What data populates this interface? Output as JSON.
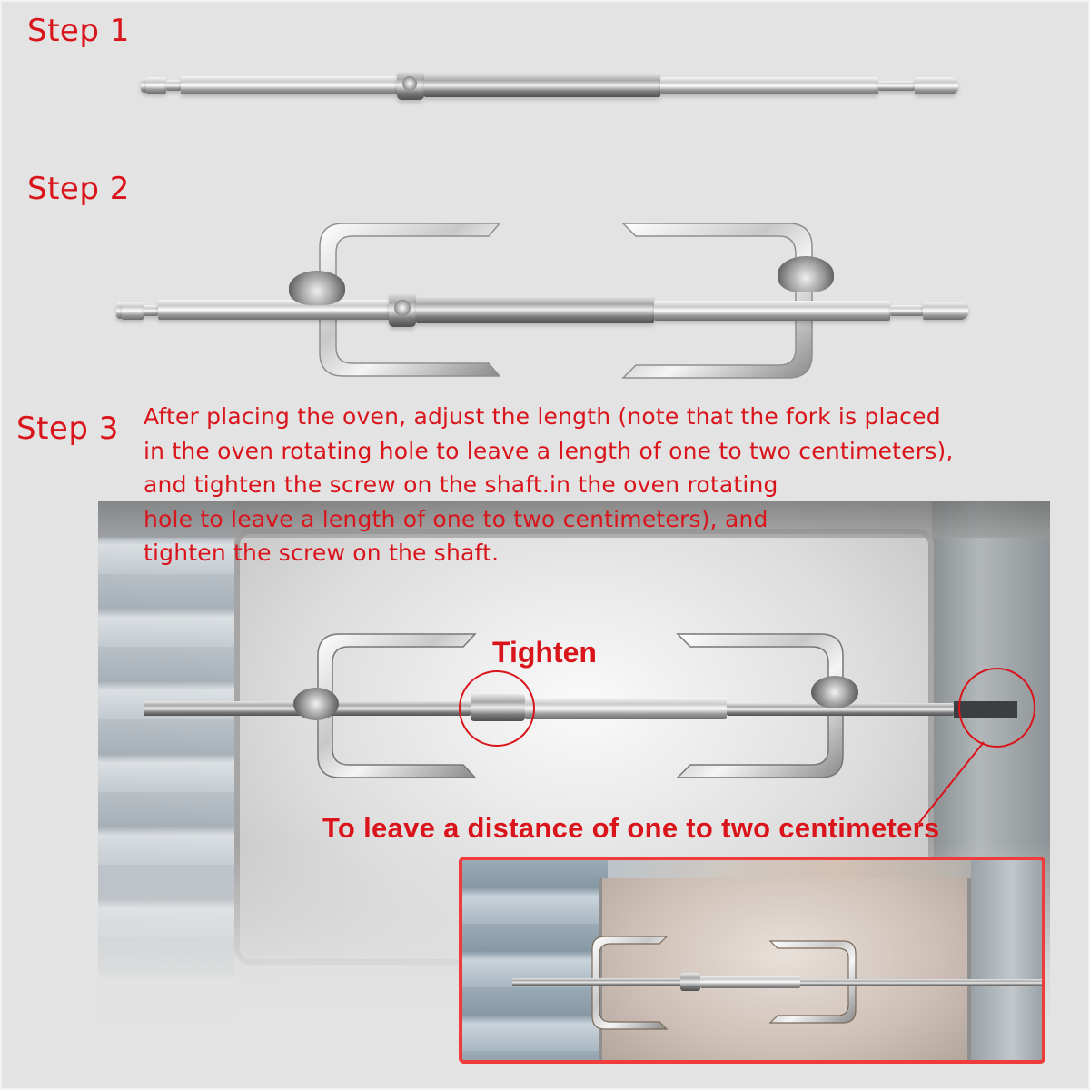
{
  "steps": [
    {
      "label": "Step 1"
    },
    {
      "label": "Step 2"
    },
    {
      "label": "Step 3",
      "instruction_lines": [
        "After placing the oven, adjust the length (note that the fork is placed",
        "in the oven rotating hole to leave a length of one to two centimeters),",
        "and tighten the screw on the shaft.in the oven rotating",
        "hole to leave a length of one to two centimeters), and",
        "tighten the screw on the shaft."
      ]
    }
  ],
  "annotations": {
    "tighten": "Tighten",
    "distance": "To leave a distance of one to two centimeters"
  },
  "images": {
    "step1": "rotisserie-rod",
    "step2": "rotisserie-rod-with-forks",
    "step3": "rotisserie-installed-in-oven",
    "inset": "rotisserie-in-oven-closeup"
  },
  "colors": {
    "accent": "#d9141b",
    "inset_border": "#ef3b3b",
    "background": "#e3e3e3"
  }
}
